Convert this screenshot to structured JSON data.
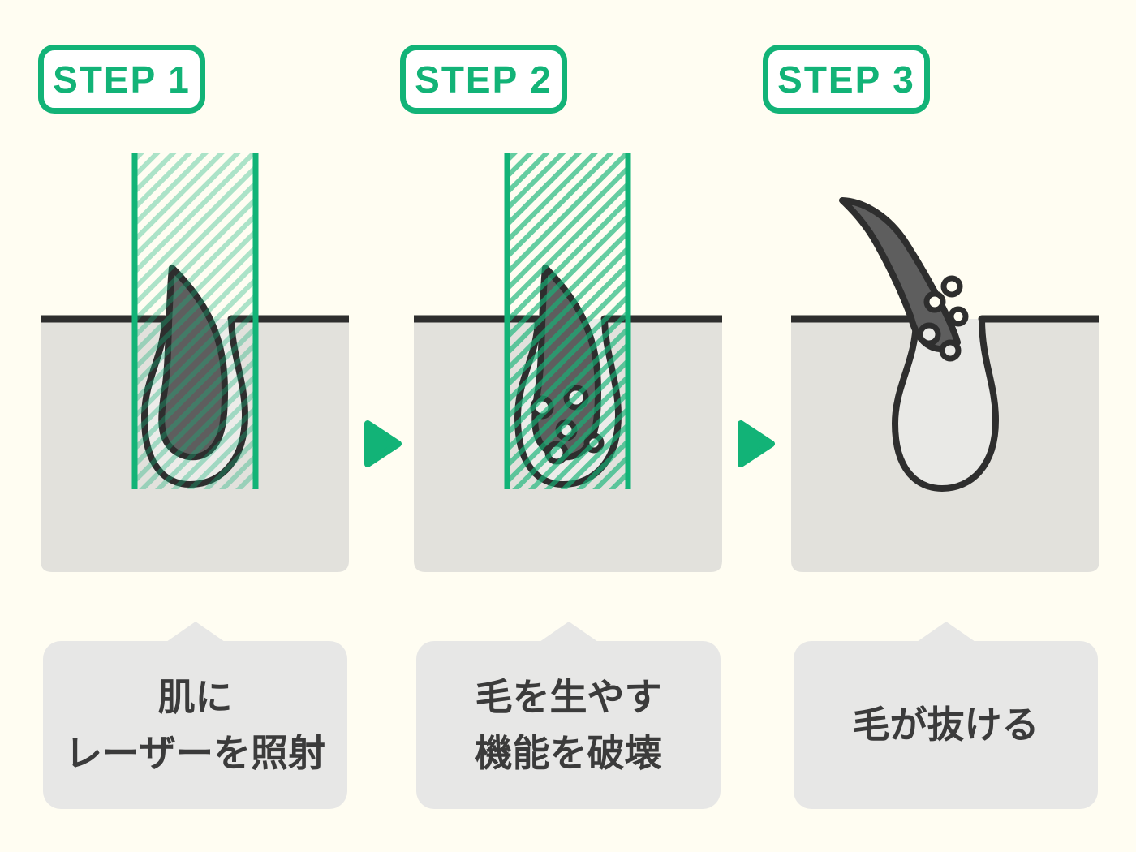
{
  "colors": {
    "background": "#FFFDF2",
    "accent_green": "#12B377",
    "laser_hatch_light": "rgba(18,179,119,0.35)",
    "laser_hatch_strong": "rgba(18,179,119,0.65)",
    "skin_gray": "#E2E1DC",
    "outline_dark": "#2E2E2E",
    "hair_gray": "#5E5E5E",
    "follicle_light": "#ECECE9",
    "caption_bg": "#E7E7E6",
    "caption_text": "#3B3B3B"
  },
  "steps": [
    {
      "badge": "STEP 1",
      "caption_lines": [
        "肌に",
        "レーザーを照射"
      ],
      "illustration": "laser-beam-on-skin-with-hair"
    },
    {
      "badge": "STEP 2",
      "caption_lines": [
        "毛を生やす",
        "機能を破壊"
      ],
      "illustration": "laser-destroying-hair-root"
    },
    {
      "badge": "STEP 3",
      "caption_lines": [
        "毛が抜ける"
      ],
      "illustration": "damaged-hair-falling-out"
    }
  ],
  "arrows": {
    "icon": "triangle-right-icon",
    "color": "#12B377"
  }
}
